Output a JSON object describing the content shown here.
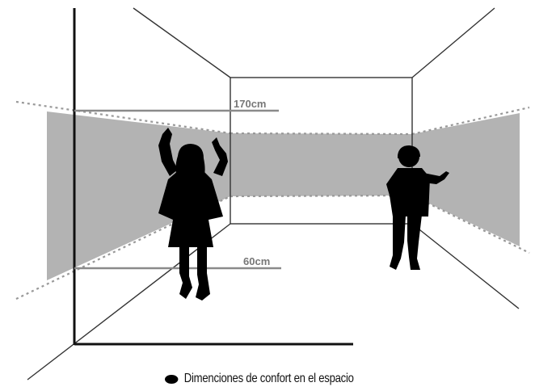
{
  "labels": {
    "upper_height": "170cm",
    "lower_height": "60cm"
  },
  "caption": {
    "icon": "ellipse-bullet",
    "text": "Dimenciones de confort en el espacio"
  },
  "colors": {
    "band": "#b3b3b3",
    "lines": "#333333",
    "dotted": "#999999",
    "silhouette": "#000000"
  }
}
